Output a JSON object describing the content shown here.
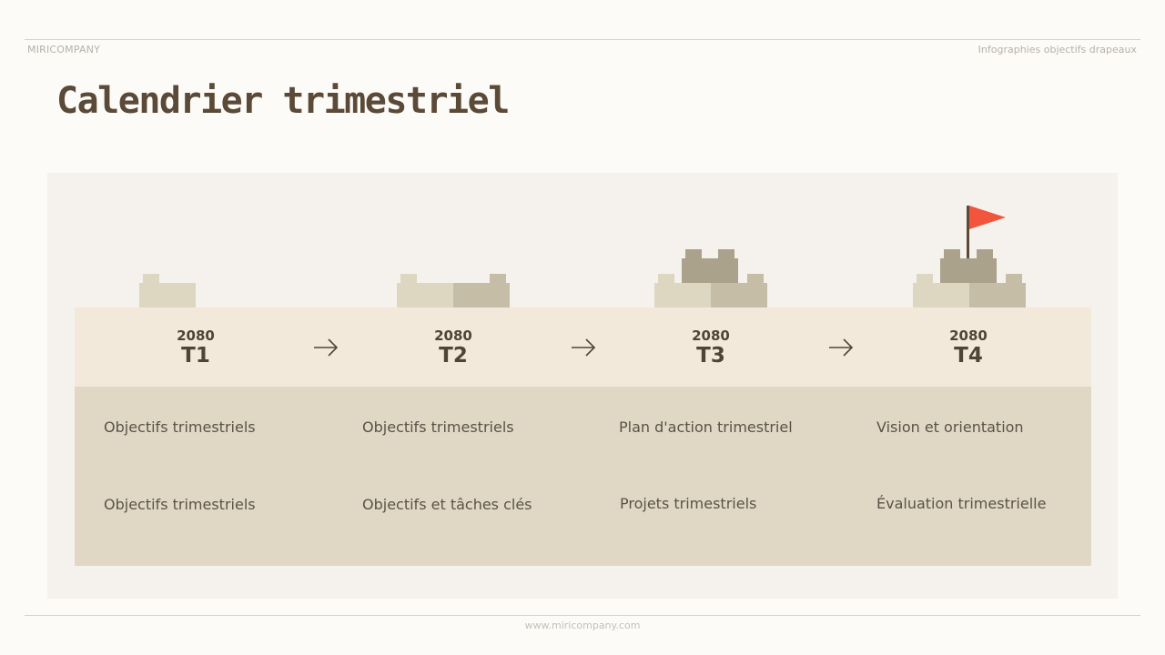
{
  "header": {
    "brand": "MIRICOMPANY",
    "subtitle": "Infographies objectifs drapeaux"
  },
  "title": "Calendrier trimestriel",
  "footer": "www.miricompany.com",
  "colors": {
    "background": "#fdfbf8",
    "title": "#5b4a37",
    "flag": "#f2553c",
    "band_top": "#f2e9da",
    "band_bottom": "#e0d8c4"
  },
  "quarters": [
    {
      "year": "2080",
      "label": "T1",
      "items": [
        "Objectifs trimestriels",
        "Objectifs trimestriels"
      ]
    },
    {
      "year": "2080",
      "label": "T2",
      "items": [
        "Objectifs trimestriels",
        "Objectifs et tâches clés"
      ]
    },
    {
      "year": "2080",
      "label": "T3",
      "items": [
        "Plan d'action trimestriel",
        "Projets trimestriels"
      ]
    },
    {
      "year": "2080",
      "label": "T4",
      "items": [
        "Vision et orientation",
        "Évaluation trimestrielle"
      ]
    }
  ],
  "icons": {
    "arrow": "arrow-right-icon",
    "flag": "flag-icon",
    "blocks": "brick-blocks-icon"
  }
}
